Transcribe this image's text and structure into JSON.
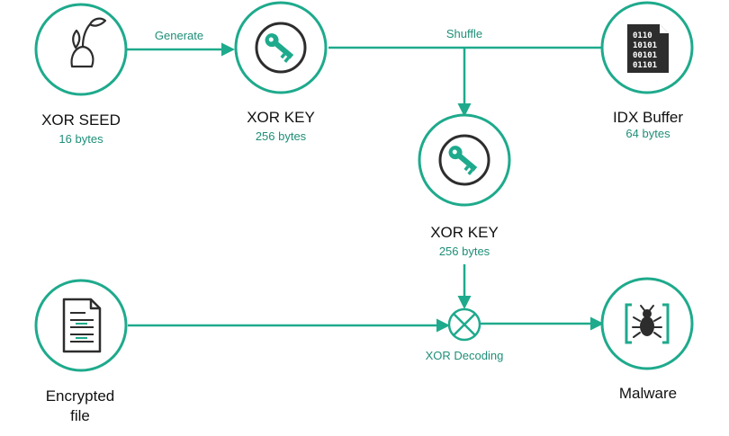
{
  "colors": {
    "accent": "#1eaa8c",
    "accent_text": "#1f8f78",
    "title": "#111111",
    "icon": "#2d2d2d"
  },
  "nodes": {
    "xor_seed": {
      "title": "XOR SEED",
      "sub": "16 bytes",
      "icon": "seed-sprout-icon"
    },
    "xor_key_1": {
      "title": "XOR KEY",
      "sub": "256 bytes",
      "icon": "key-icon"
    },
    "idx_buffer": {
      "title": "IDX Buffer",
      "sub": "64 bytes",
      "icon": "binary-file-icon",
      "file_lines": [
        "0110",
        "10101",
        "00101",
        "01101"
      ]
    },
    "xor_key_2": {
      "title": "XOR KEY",
      "sub": "256 bytes",
      "icon": "key-icon"
    },
    "encrypted_file": {
      "title_lines": [
        "Encrypted",
        "file"
      ],
      "icon": "document-icon"
    },
    "malware": {
      "title": "Malware",
      "icon": "bug-icon"
    }
  },
  "edges": {
    "generate": "Generate",
    "shuffle": "Shuffle",
    "xor_decoding": "XOR Decoding"
  }
}
